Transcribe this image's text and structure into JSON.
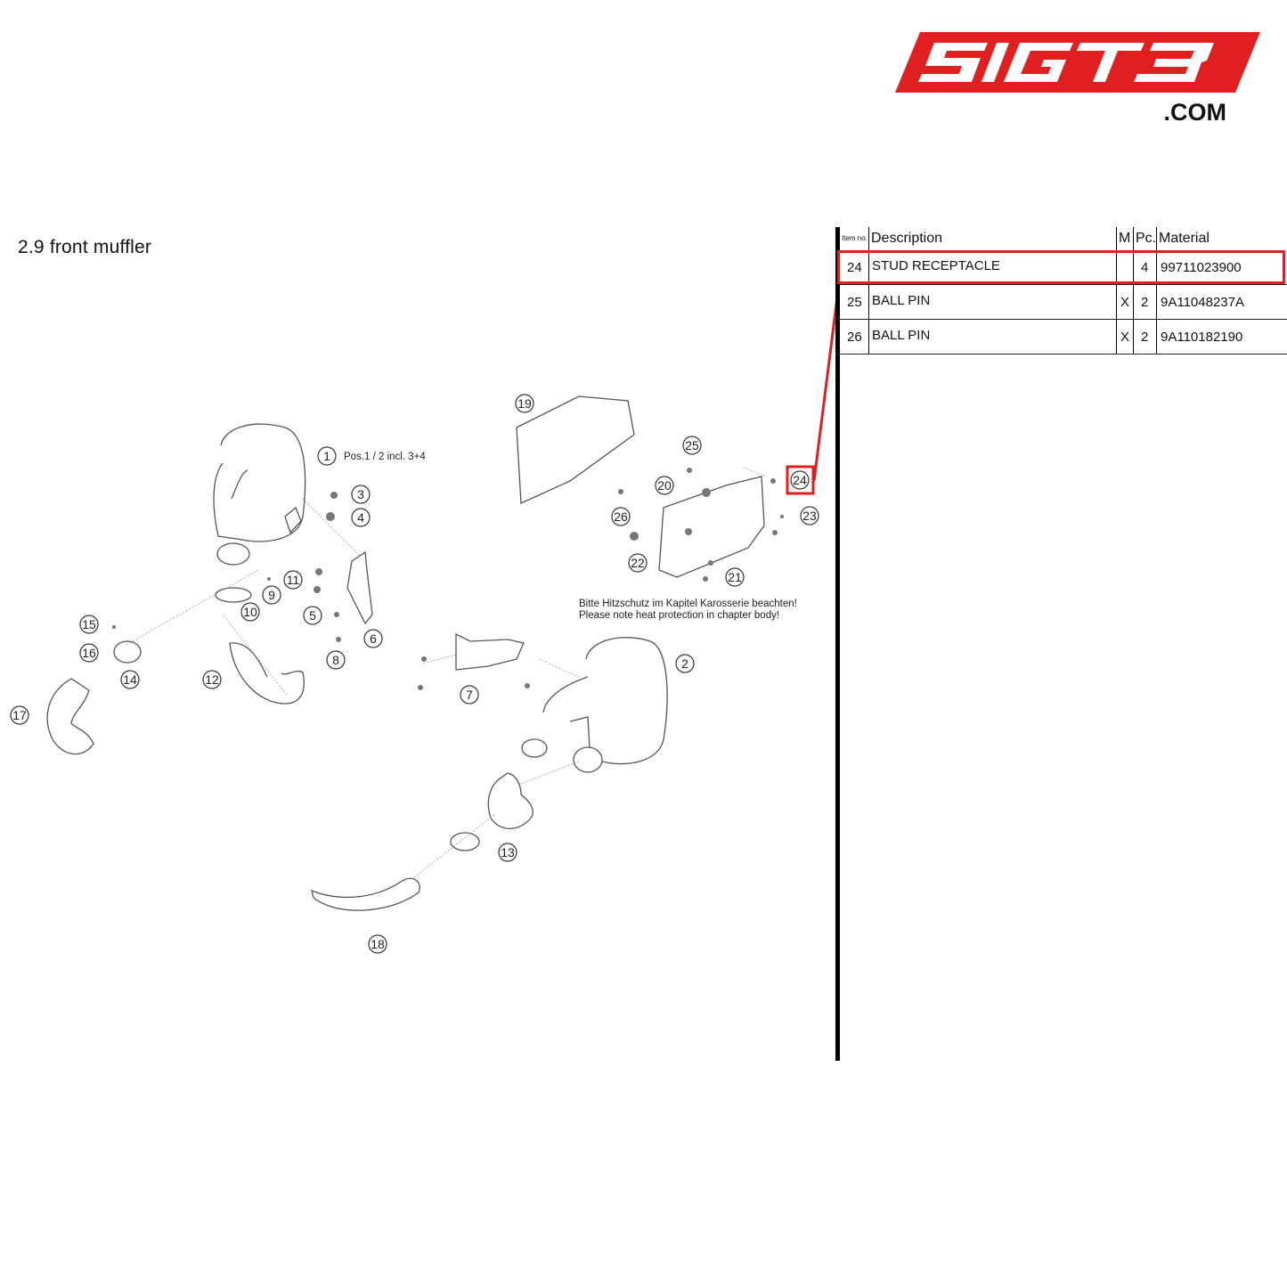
{
  "brand": {
    "logo_text": "SIGT3",
    "domain": ".COM",
    "color": "#e02020"
  },
  "section": {
    "title": "2.9  front muffler"
  },
  "table": {
    "headers": {
      "item": "Item no.",
      "description": "Description",
      "m": "M",
      "pc": "Pc.",
      "material": "Material"
    },
    "rows": [
      {
        "item": "24",
        "description": "STUD RECEPTACLE",
        "m": "",
        "pc": "4",
        "material": "99711023900",
        "highlighted": true
      },
      {
        "item": "25",
        "description": "BALL PIN",
        "m": "X",
        "pc": "2",
        "material": "9A11048237A",
        "highlighted": false
      },
      {
        "item": "26",
        "description": "BALL PIN",
        "m": "X",
        "pc": "2",
        "material": "9A110182190",
        "highlighted": false
      }
    ]
  },
  "diagram": {
    "callouts": [
      "1",
      "2",
      "3",
      "4",
      "5",
      "6",
      "7",
      "8",
      "9",
      "10",
      "11",
      "12",
      "13",
      "14",
      "15",
      "16",
      "17",
      "18",
      "19",
      "20",
      "21",
      "22",
      "23",
      "24",
      "25",
      "26"
    ],
    "highlighted_callout": "24",
    "pos_note": "Pos.1 / 2 incl. 3+4",
    "notes": {
      "de": "Bitte Hitzschutz im Kapitel Karosserie beachten!",
      "en": "Please note heat protection in chapter body!"
    },
    "highlight_color": "#e02020"
  }
}
